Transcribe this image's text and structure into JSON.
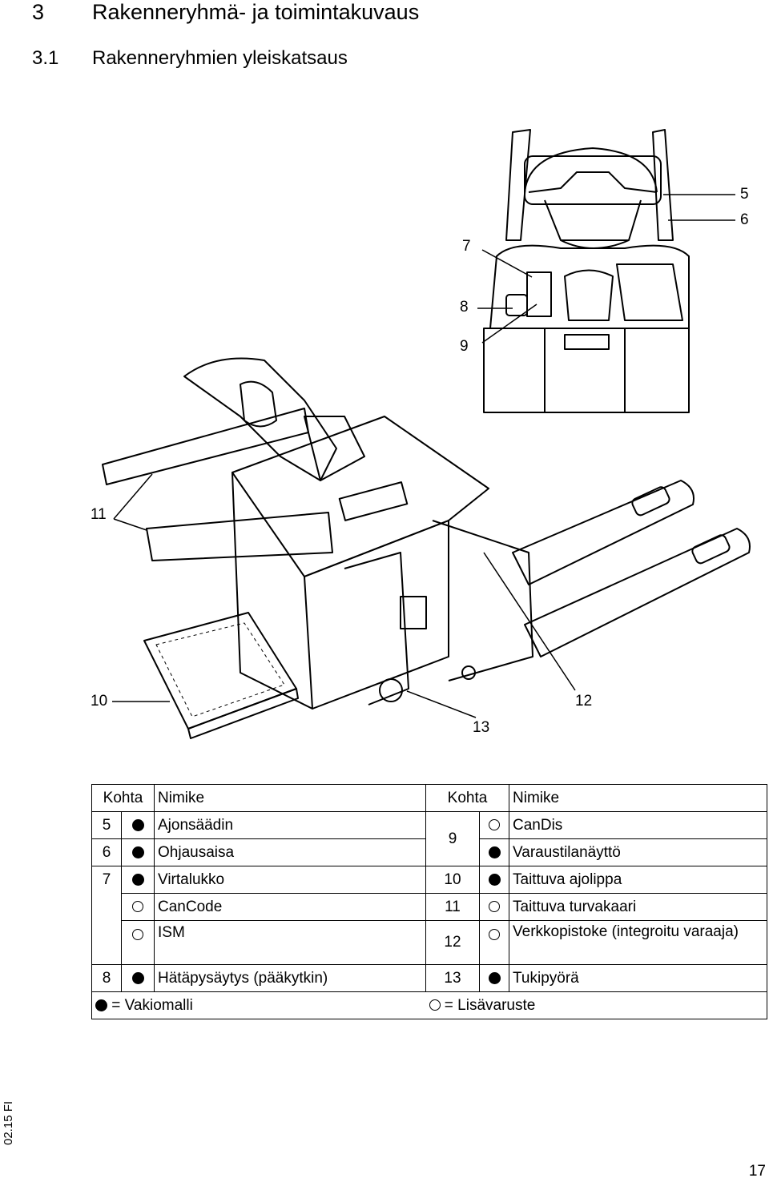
{
  "heading": {
    "number": "3",
    "title": "Rakenneryhmä- ja toimintakuvaus"
  },
  "subheading": {
    "number": "3.1",
    "title": "Rakenneryhmien yleiskatsaus"
  },
  "callouts": [
    "5",
    "6",
    "7",
    "8",
    "9",
    "10",
    "11",
    "12",
    "13"
  ],
  "table": {
    "header": {
      "kohta": "Kohta",
      "nimike": "Nimike"
    },
    "rows_left": [
      {
        "num": "5",
        "sym": "standard",
        "name": "Ajonsäädin"
      },
      {
        "num": "6",
        "sym": "standard",
        "name": "Ohjausaisa"
      },
      {
        "num": "7",
        "sym": "standard",
        "name": "Virtalukko"
      },
      {
        "num": "",
        "sym": "optional",
        "name": "CanCode"
      },
      {
        "num": "",
        "sym": "optional",
        "name": "ISM"
      },
      {
        "num": "8",
        "sym": "standard",
        "name": "Hätäpysäytys (pääkytkin)"
      }
    ],
    "rows_right": [
      {
        "num": "9",
        "sym": "optional",
        "name": "CanDis"
      },
      {
        "num": "",
        "sym": "standard",
        "name": "Varaustilanäyttö"
      },
      {
        "num": "10",
        "sym": "standard",
        "name": "Taittuva ajolippa"
      },
      {
        "num": "11",
        "sym": "optional",
        "name": "Taittuva turvakaari"
      },
      {
        "num": "12",
        "sym": "optional",
        "name": "Verkkopistoke (integroitu varaaja)"
      },
      {
        "num": "13",
        "sym": "standard",
        "name": "Tukipyörä"
      }
    ],
    "legend_standard": "= Vakiomalli",
    "legend_optional": "= Lisävaruste"
  },
  "footer": {
    "edition": "02.15 FI",
    "page": "17"
  },
  "colors": {
    "ink": "#000000",
    "paper": "#ffffff"
  }
}
